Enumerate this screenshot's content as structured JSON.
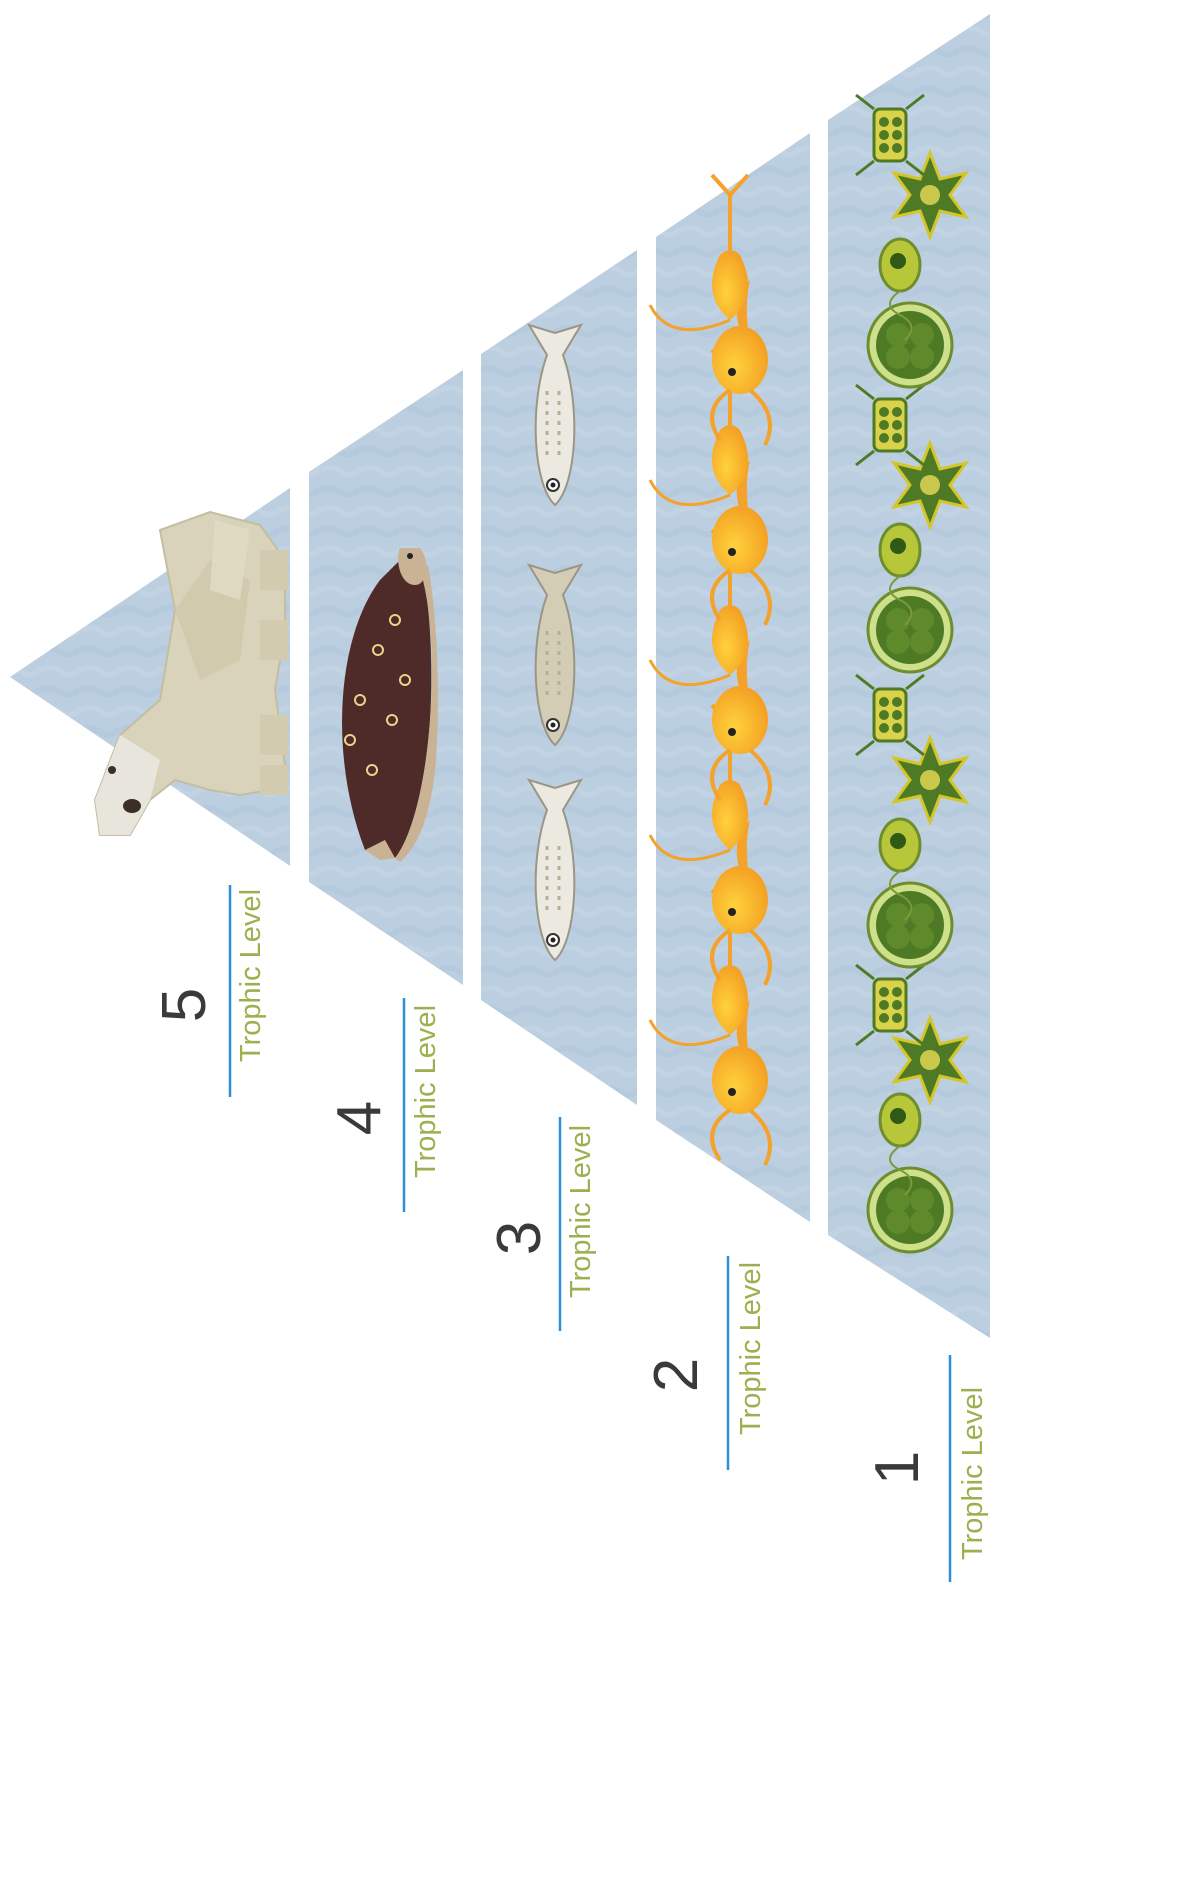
{
  "levels": [
    {
      "number": "5",
      "label": "Trophic Level",
      "organism": "polar-bear"
    },
    {
      "number": "4",
      "label": "Trophic Level",
      "organism": "seal"
    },
    {
      "number": "3",
      "label": "Trophic Level",
      "organism": "fish"
    },
    {
      "number": "2",
      "label": "Trophic Level",
      "organism": "zooplankton"
    },
    {
      "number": "1",
      "label": "Trophic Level",
      "organism": "phytoplankton"
    }
  ],
  "colors": {
    "tier_fill": "#bccfe0",
    "tier_texture": "#a9bfd6",
    "label_number": "#3a3a3a",
    "label_text": "#9bb04e",
    "label_line": "#2e8fd6",
    "bear": "#d9d3bb",
    "seal": "#4e2a28",
    "fish": "#d8d4c8",
    "zooplankton": "#f6a62a",
    "phytoplankton": "#4f7a25"
  }
}
